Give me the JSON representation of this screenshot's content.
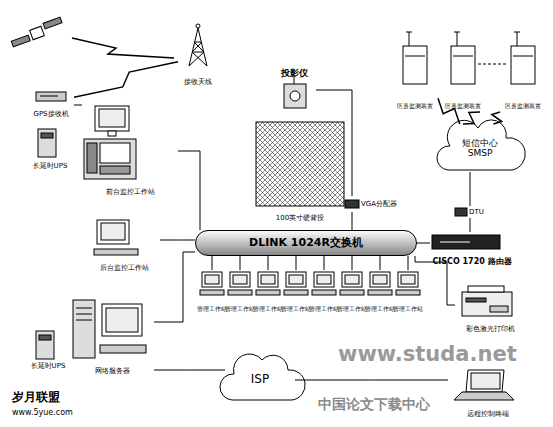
{
  "diagram": {
    "nodes": [
      {
        "text": [
          "接收天线"
        ]
      },
      {
        "text": [
          "GPS接收机"
        ]
      },
      {
        "text": [
          "长延时UPS"
        ]
      },
      {
        "text": [
          "前台监控工作站"
        ]
      },
      {
        "text": [
          "后台监控工作站"
        ]
      },
      {
        "text": [
          "长延时UPS"
        ]
      },
      {
        "text": [
          "网络服务器"
        ]
      },
      {
        "text": [
          "投影仪"
        ]
      },
      {
        "text": [
          "100英寸硬背投"
        ]
      },
      {
        "text": [
          "VGA分配器"
        ]
      },
      {
        "text": [
          "DLINK 1024R交换机"
        ]
      },
      {
        "text": [
          "CISCO 1720 路由器"
        ]
      },
      {
        "text": [
          "DTU"
        ]
      },
      {
        "text": [
          "短信中心 SMSP"
        ]
      },
      {
        "text": [
          "区县监测装置"
        ]
      },
      {
        "text": [
          "区县监测装置"
        ]
      },
      {
        "text": [
          "区县监测装置"
        ]
      },
      {
        "text": [
          "管理工作站"
        ]
      },
      {
        "text": [
          "管理工作站"
        ]
      },
      {
        "text": [
          "管理工作站"
        ]
      },
      {
        "text": [
          "管理工作站"
        ]
      },
      {
        "text": [
          "管理工作站"
        ]
      },
      {
        "text": [
          "管理工作站"
        ]
      },
      {
        "text": [
          "管理工作站"
        ]
      },
      {
        "text": [
          "管理工作站"
        ]
      },
      {
        "text": [
          "彩色激光打印机"
        ]
      },
      {
        "text": [
          "ISP"
        ]
      },
      {
        "text": [
          "远程控制终端"
        ]
      }
    ],
    "edges": [
      {
        "from": 0,
        "to": 1,
        "arrow": "none"
      },
      {
        "from": 1,
        "to": 3,
        "arrow": "none"
      },
      {
        "from": 3,
        "to": 10,
        "arrow": "none"
      },
      {
        "from": 4,
        "to": 10,
        "arrow": "none"
      },
      {
        "from": 6,
        "to": 10,
        "arrow": "none"
      },
      {
        "from": 7,
        "to": 9,
        "arrow": "none"
      },
      {
        "from": 9,
        "to": 10,
        "arrow": "none"
      },
      {
        "from": 10,
        "to": 11,
        "arrow": "none"
      },
      {
        "from": 11,
        "to": 12,
        "arrow": "none"
      },
      {
        "from": 12,
        "to": 13,
        "arrow": "none"
      },
      {
        "from": 13,
        "to": 14,
        "arrow": "none"
      },
      {
        "from": 13,
        "to": 15,
        "arrow": "none"
      },
      {
        "from": 13,
        "to": 16,
        "arrow": "none"
      },
      {
        "from": 17,
        "to": 10,
        "arrow": "none"
      },
      {
        "from": 18,
        "to": 10,
        "arrow": "none"
      },
      {
        "from": 19,
        "to": 10,
        "arrow": "none"
      },
      {
        "from": 20,
        "to": 10,
        "arrow": "none"
      },
      {
        "from": 21,
        "to": 10,
        "arrow": "none"
      },
      {
        "from": 22,
        "to": 10,
        "arrow": "none"
      },
      {
        "from": 23,
        "to": 10,
        "arrow": "none"
      },
      {
        "from": 24,
        "to": 10,
        "arrow": "none"
      },
      {
        "from": 25,
        "to": 10,
        "arrow": "none"
      },
      {
        "from": 6,
        "to": 26,
        "arrow": "none"
      },
      {
        "from": 26,
        "to": 27,
        "arrow": "none"
      }
    ],
    "labels": [
      "www.studa.net",
      "中国论文下载中心",
      "岁月联盟",
      "www.5yue.com"
    ]
  }
}
